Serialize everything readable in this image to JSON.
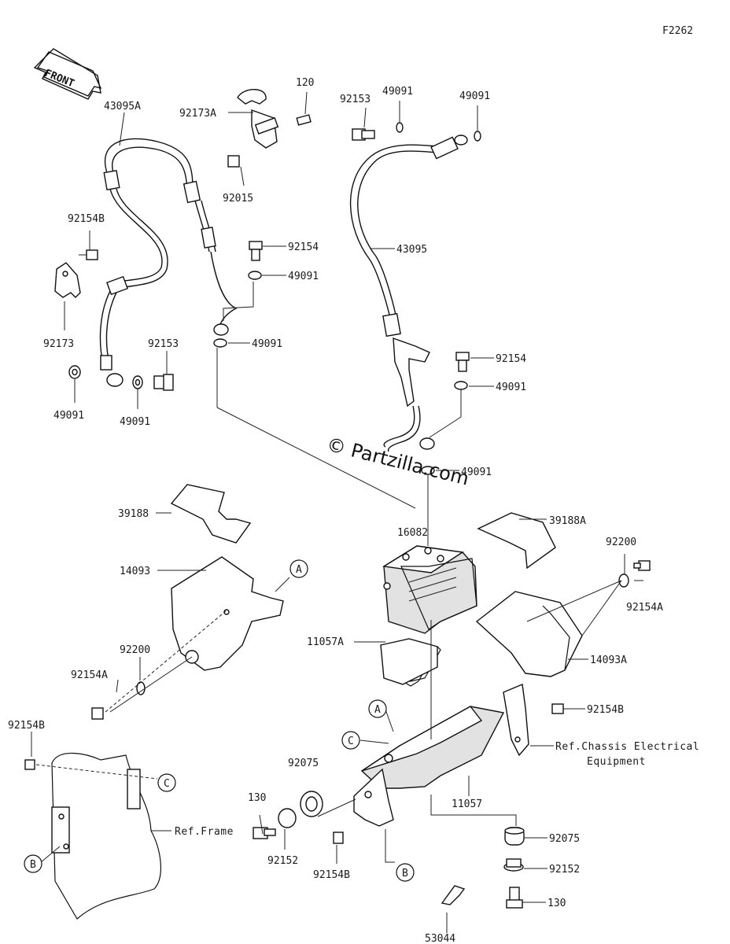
{
  "diagram_code": "F2262",
  "front_arrow_label": "FRONT",
  "watermark": "© Partzilla.com",
  "ref_labels": {
    "chassis_line1": "Ref.Chassis Electrical",
    "chassis_line2": "Equipment",
    "frame": "Ref.Frame"
  },
  "callouts": [
    "A",
    "B",
    "C"
  ],
  "parts": [
    {
      "number": "43095A"
    },
    {
      "number": "92173A"
    },
    {
      "number": "120"
    },
    {
      "number": "92015"
    },
    {
      "number": "92154B"
    },
    {
      "number": "92173"
    },
    {
      "number": "92153"
    },
    {
      "number": "49091"
    },
    {
      "number": "92154"
    },
    {
      "number": "43095"
    },
    {
      "number": "39188"
    },
    {
      "number": "39188A"
    },
    {
      "number": "16082"
    },
    {
      "number": "14093"
    },
    {
      "number": "14093A"
    },
    {
      "number": "92200"
    },
    {
      "number": "92154A"
    },
    {
      "number": "11057A"
    },
    {
      "number": "11057"
    },
    {
      "number": "92075"
    },
    {
      "number": "130"
    },
    {
      "number": "92152"
    },
    {
      "number": "53044"
    }
  ]
}
